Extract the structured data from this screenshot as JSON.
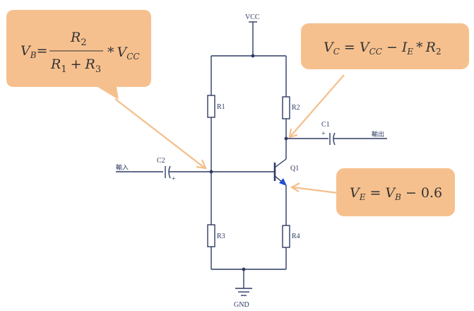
{
  "labels": {
    "vcc": "VCC",
    "gnd": "GND",
    "r1": "R1",
    "r2": "R2",
    "r3": "R3",
    "r4": "R4",
    "c1": "C1",
    "c2": "C2",
    "q1": "Q1",
    "input": "輸入",
    "output": "輸出",
    "plus": "+"
  },
  "formulas": {
    "vb": {
      "lhs": "V",
      "lhs_sub": "B",
      "num": "R",
      "num_sub": "2",
      "den_a": "R",
      "den_a_sub": "1",
      "den_plus": "+",
      "den_b": "R",
      "den_b_sub": "3",
      "times": "*",
      "rhs": "V",
      "rhs_sub": "CC"
    },
    "vc": {
      "lhs": "V",
      "lhs_sub": "C",
      "eq": "=",
      "t1": "V",
      "t1_sub": "CC",
      "minus": "−",
      "t2": "I",
      "t2_sub": "E",
      "times": "*",
      "t3": "R",
      "t3_sub": "2"
    },
    "ve": {
      "lhs": "V",
      "lhs_sub": "E",
      "eq": "=",
      "t1": "V",
      "t1_sub": "B",
      "minus": "−",
      "const": "0.6"
    }
  },
  "colors": {
    "wire": "#2f3b63",
    "callout": "#f6c08e",
    "arrow": "#f4bf8c",
    "transistor_arrow": "#1f4fd0"
  }
}
